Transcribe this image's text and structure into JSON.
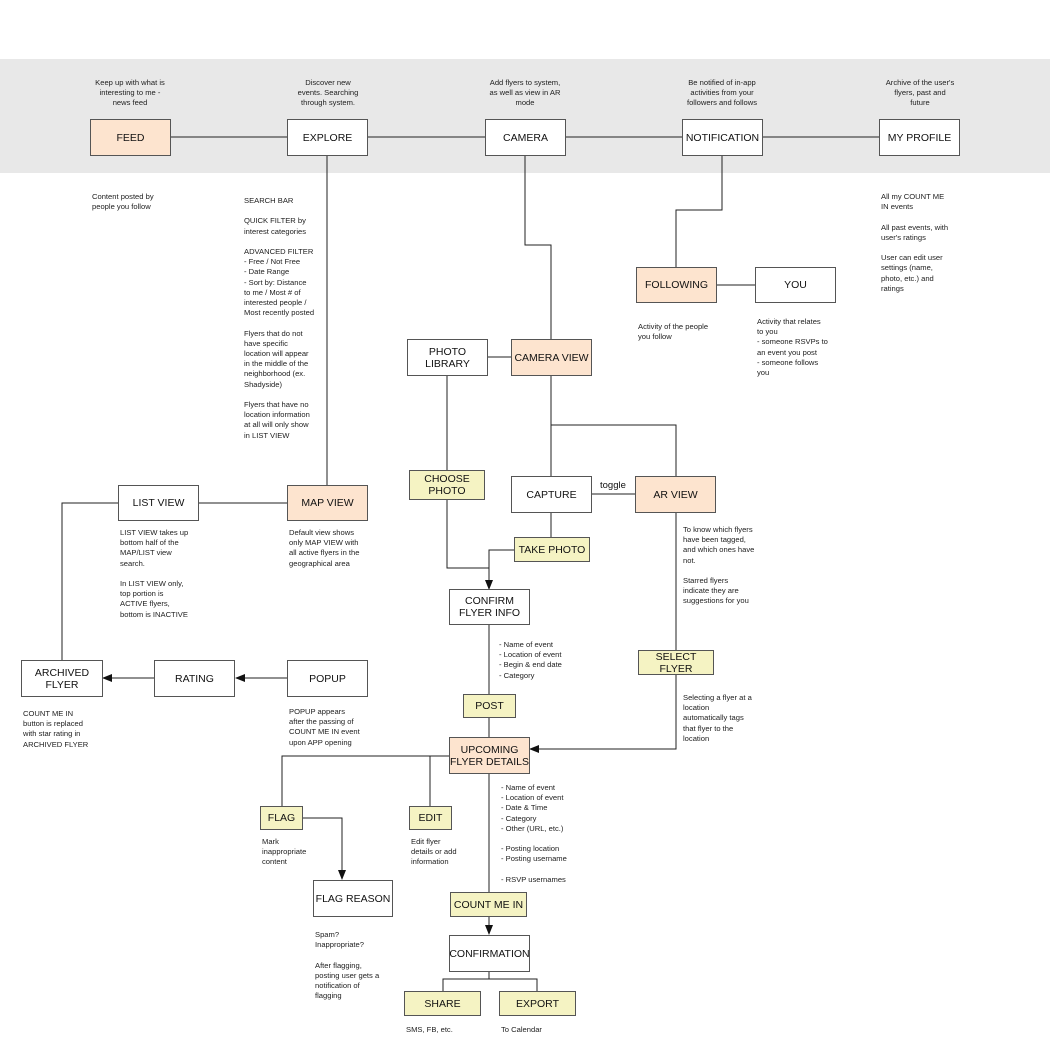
{
  "nav_notes": {
    "feed": "Keep up with what is\ninteresting to me -\nnews feed",
    "explore": "Discover new\nevents. Searching\nthrough system.",
    "camera": "Add flyers to system,\nas well as view in AR\nmode",
    "notification": "Be notified of in-app\nactivities from your\nfollowers and follows",
    "profile": "Archive of the user's\nflyers, past and\nfuture"
  },
  "boxes": {
    "feed": "FEED",
    "explore": "EXPLORE",
    "camera": "CAMERA",
    "notification": "NOTIFICATION",
    "my_profile": "MY PROFILE",
    "following": "FOLLOWING",
    "you": "YOU",
    "photo_library": "PHOTO\nLIBRARY",
    "camera_view": "CAMERA VIEW",
    "choose_photo": "CHOOSE\nPHOTO",
    "capture": "CAPTURE",
    "ar_view": "AR VIEW",
    "list_view": "LIST VIEW",
    "map_view": "MAP VIEW",
    "take_photo": "TAKE PHOTO",
    "confirm_flyer_info": "CONFIRM\nFLYER INFO",
    "select_flyer": "SELECT FLYER",
    "archived_flyer": "ARCHIVED\nFLYER",
    "rating": "RATING",
    "popup": "POPUP",
    "post": "POST",
    "upcoming_flyer_details": "UPCOMING\nFLYER DETAILS",
    "flag": "FLAG",
    "edit": "EDIT",
    "flag_reason": "FLAG REASON",
    "count_me_in": "COUNT ME IN",
    "confirmation": "CONFIRMATION",
    "share": "SHARE",
    "export": "EXPORT"
  },
  "notes": {
    "feed_content": "Content posted by\npeople you follow",
    "explore_details": "SEARCH BAR\n\nQUICK FILTER by\ninterest categories\n\nADVANCED FILTER\n- Free / Not Free\n- Date Range\n- Sort by: Distance\nto me / Most # of\ninterested people /\nMost recently posted\n\nFlyers that do not\nhave specific\nlocation will appear\nin the middle of the\nneighborhood (ex.\nShadyside)\n\nFlyers that have no\nlocation information\nat all will only show\nin LIST VIEW",
    "profile_details": "All my COUNT ME\nIN events\n\nAll past events, with\nuser's ratings\n\nUser can edit user\nsettings (name,\nphoto, etc.) and\nratings",
    "following_details": "Activity of the people\nyou follow",
    "you_details": "Activity that relates\nto you\n- someone RSVPs to\nan event you post\n- someone follows\nyou",
    "list_view_details": "LIST VIEW takes up\nbottom half of the\nMAP/LIST view\nsearch.\n\nIn LIST VIEW only,\ntop portion is\nACTIVE flyers,\nbottom is INACTIVE",
    "map_view_details": "Default view shows\nonly MAP VIEW with\nall active flyers in the\ngeographical area",
    "ar_view_details": "To know which flyers\nhave been tagged,\nand which ones have\nnot.\n\nStarred flyers\nindicate they are\nsuggestions for you",
    "confirm_details": "- Name of event\n- Location of event\n- Begin & end date\n- Category",
    "select_flyer_details": "Selecting a flyer at a\nlocation\nautomatically tags\nthat flyer to the\nlocation",
    "archived_details": "COUNT ME IN\nbutton is replaced\nwith star rating in\nARCHIVED FLYER",
    "popup_details": "POPUP appears\nafter the passing of\nCOUNT ME IN event\nupon APP opening",
    "upcoming_details": "- Name of event\n- Location of event\n- Date & Time\n- Category\n- Other (URL, etc.)\n\n- Posting location\n- Posting username\n\n- RSVP usernames",
    "flag_details": "Mark\ninappropriate\ncontent",
    "edit_details": "Edit flyer\ndetails or add\ninformation",
    "flag_reason_details": "Spam?\nInappropriate?\n\nAfter flagging,\nposting user gets a\nnotification of\nflagging",
    "share_details": "SMS, FB, etc.",
    "export_details": "To Calendar"
  },
  "toggle_label": "toggle"
}
